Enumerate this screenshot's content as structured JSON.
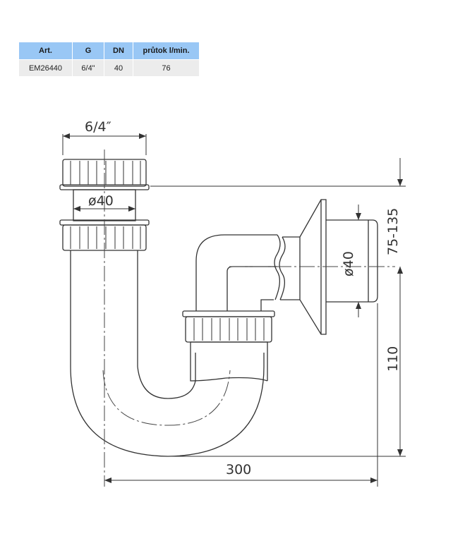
{
  "spec_table": {
    "headers": [
      "Art.",
      "G",
      "DN",
      "průtok l/min."
    ],
    "row": [
      "EM26440",
      "6/4\"",
      "40",
      "76"
    ]
  },
  "dimensions": {
    "thread": "6/4″",
    "pipe_dia_top": "ø40",
    "pipe_dia_wall": "ø40",
    "adjust_range": "75-135",
    "height": "110",
    "width": "300"
  },
  "colors": {
    "header_bg": "#99c7f5",
    "cell_bg": "#ececec",
    "line": "#333333"
  }
}
